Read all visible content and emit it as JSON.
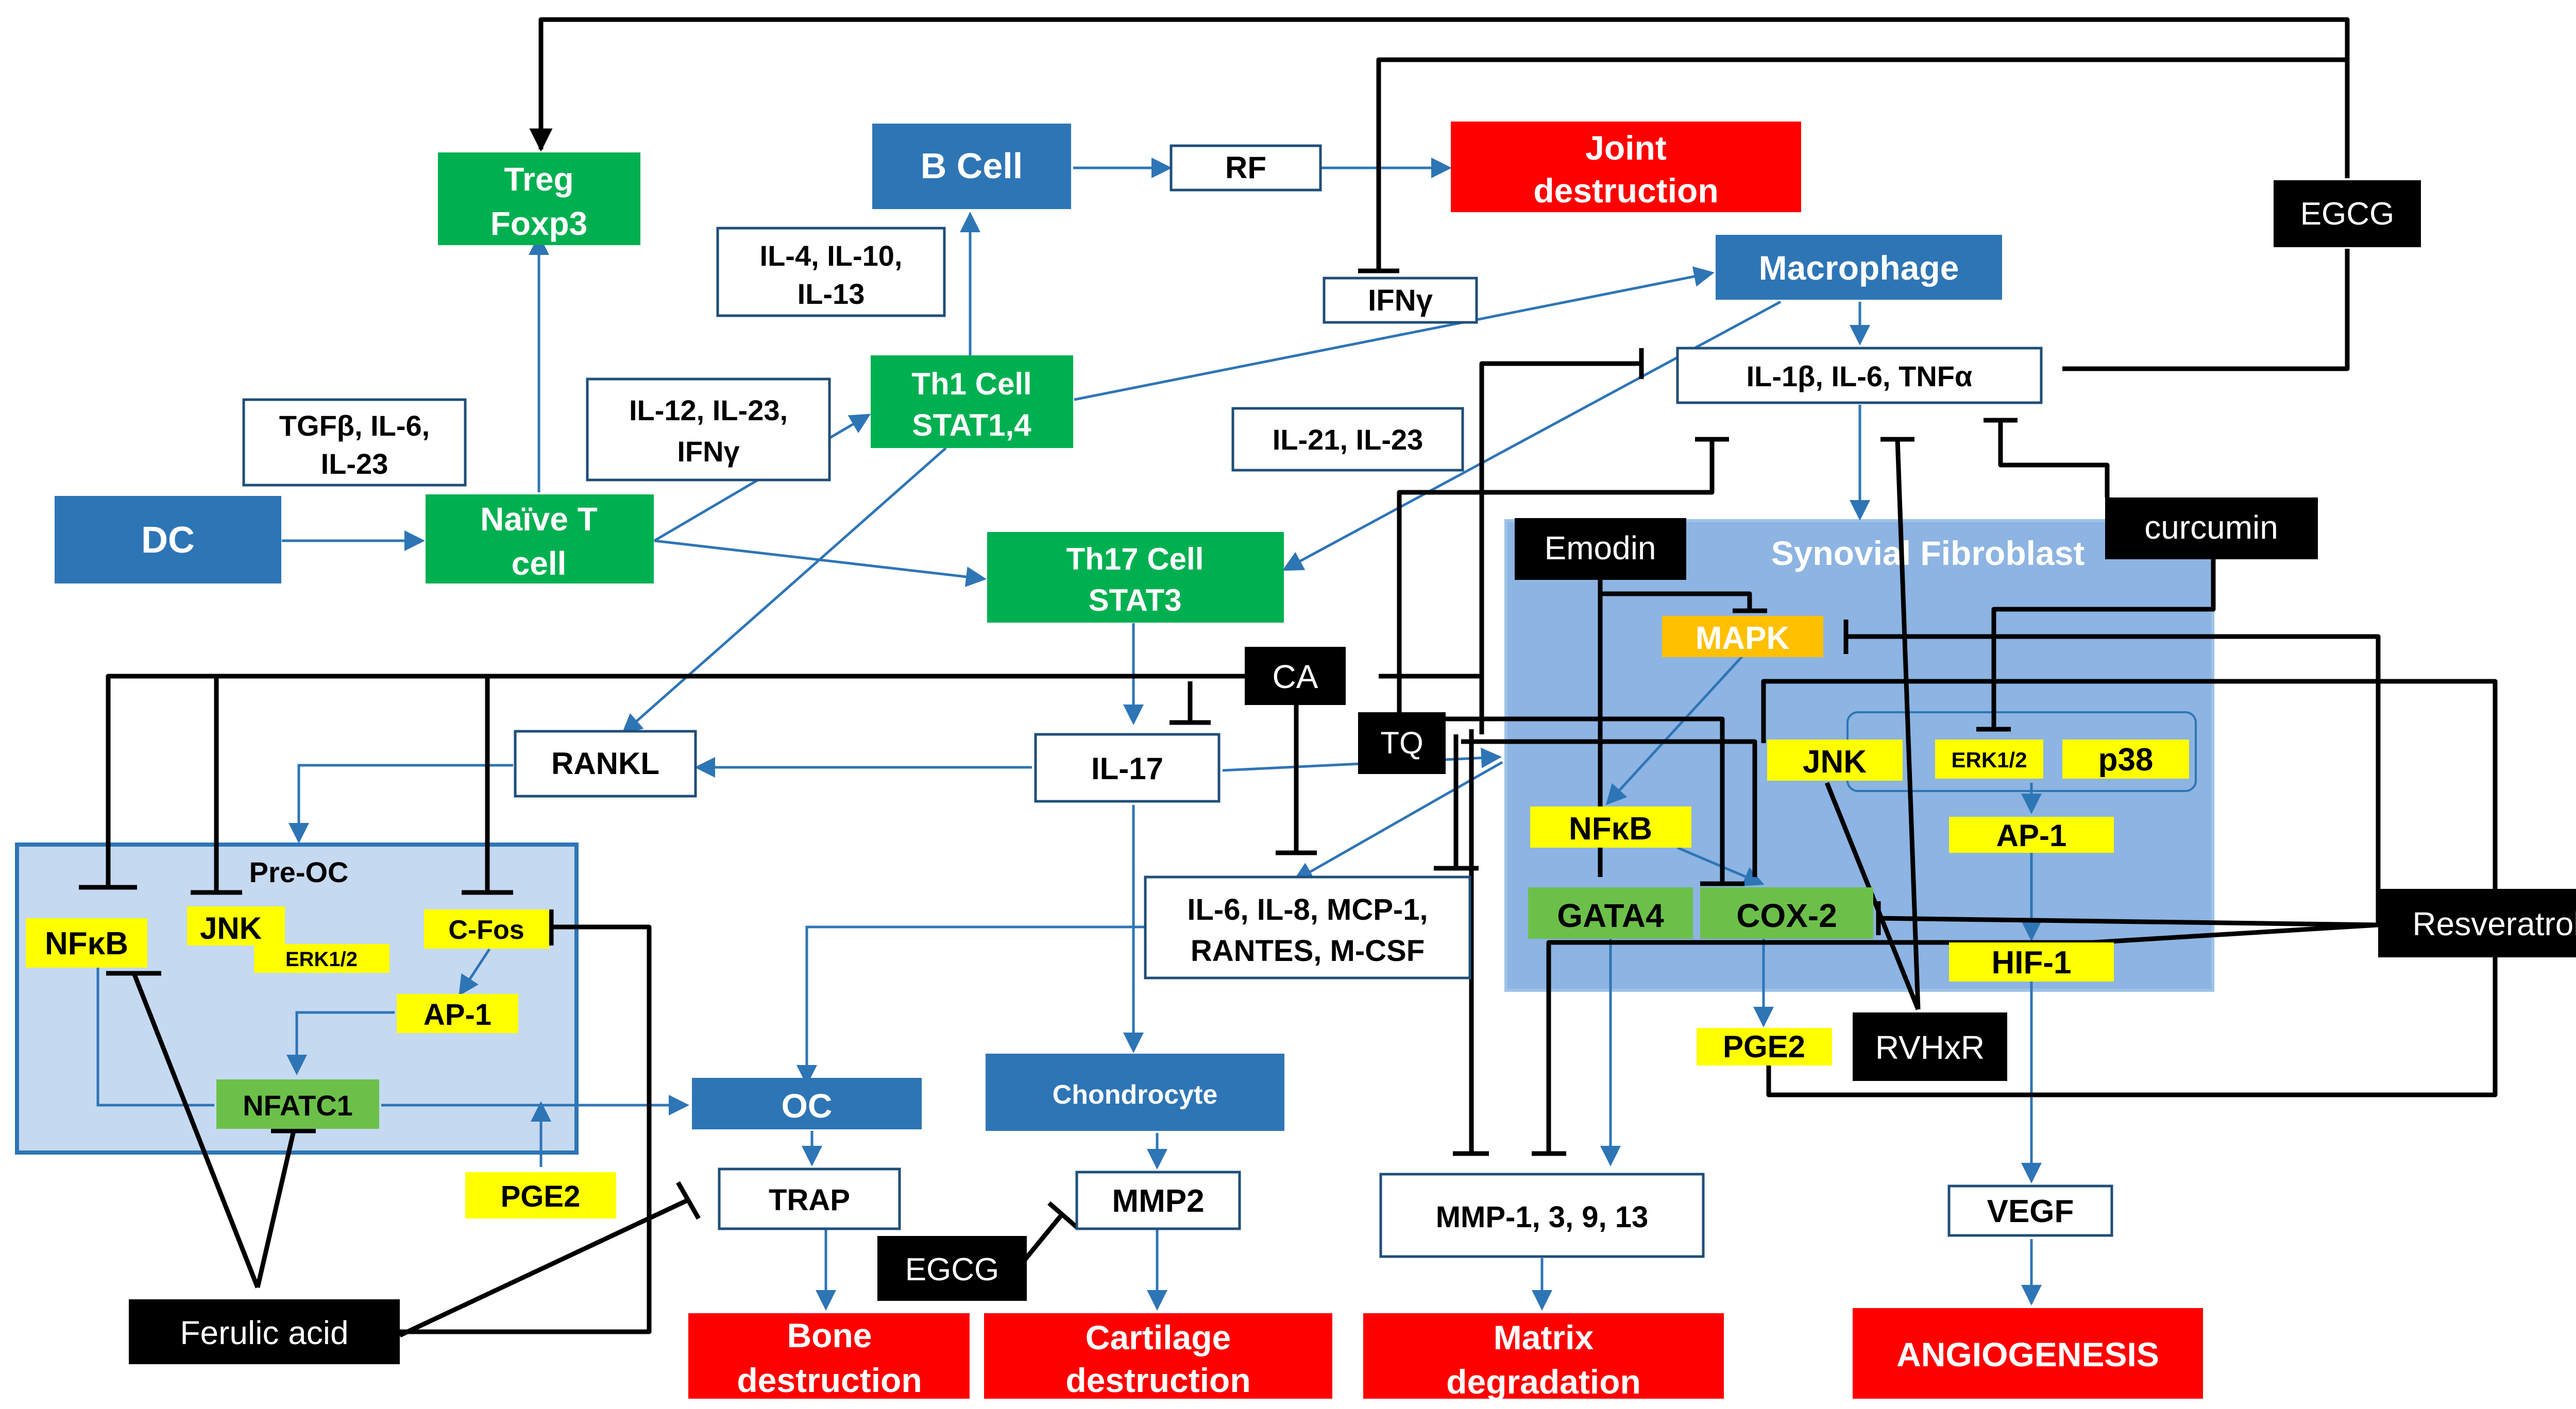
{
  "colors": {
    "blue": "#2e75b6",
    "green": "#00b050",
    "red": "#ff0000",
    "yellow": "#ffff00",
    "orange": "#ffc000",
    "black": "#000000",
    "white": "#ffffff",
    "arrow": "#2e75b6",
    "region_fill": "#8db4e2",
    "preoc_fill": "#c5d9f1"
  },
  "regions": {
    "synovial_fibroblast": "Synovial Fibroblast",
    "pre_oc": "Pre-OC"
  },
  "cells": {
    "treg": [
      "Treg",
      "Foxp3"
    ],
    "b_cell": "B Cell",
    "rf": "RF",
    "joint_destruction": [
      "Joint",
      "destruction"
    ],
    "macrophage": "Macrophage",
    "ifng": "IFNγ",
    "egcg_top": "EGCG",
    "il4_il10_il13": [
      "IL-4, IL-10,",
      "IL-13"
    ],
    "th1": [
      "Th1 Cell",
      "STAT1,4"
    ],
    "il1_il6_tnf": "IL-1β, IL-6, TNFα",
    "tgfb_il6_il23": [
      "TGFβ, IL-6,",
      "IL-23"
    ],
    "il12_il23_ifng": [
      "IL-12, IL-23,",
      "IFNγ"
    ],
    "il21_il23": "IL-21, IL-23",
    "dc": "DC",
    "naive_t": [
      "Naïve T",
      "cell"
    ],
    "th17": [
      "Th17 Cell",
      "STAT3"
    ],
    "emodin": "Emodin",
    "curcumin": "curcumin",
    "mapk": "MAPK",
    "ca": "CA",
    "tq": "TQ",
    "rankl": "RANKL",
    "il17": "IL-17",
    "jnk_sf": "JNK",
    "erk_sf": "ERK1/2",
    "p38": "p38",
    "nfkb_sf": "NFκB",
    "ap1_sf": "AP-1",
    "il6_il8_cytokines": [
      "IL-6, IL-8, MCP-1,",
      "RANTES, M-CSF"
    ],
    "gata4": "GATA4",
    "cox2": "COX-2",
    "hif1": "HIF-1",
    "resveratrol": "Resveratrol",
    "nfkb_oc": "NFκB",
    "jnk_oc": "JNK",
    "erk_oc": "ERK1/2",
    "cfos": "C-Fos",
    "ap1_oc": "AP-1",
    "nfatc1": "NFATC1",
    "pge2_oc": "PGE2",
    "oc": "OC",
    "chondrocyte": "Chondrocyte",
    "pge2_sf": "PGE2",
    "rvhxr": "RVHxR",
    "trap": "TRAP",
    "mmp2": "MMP2",
    "egcg_bottom": "EGCG",
    "mmps": "MMP-1, 3, 9, 13",
    "vegf": "VEGF",
    "ferulic": "Ferulic acid",
    "bone_destruction": [
      "Bone",
      "destruction"
    ],
    "cartilage_destruction": [
      "Cartilage",
      "destruction"
    ],
    "matrix_degradation": [
      "Matrix",
      "degradation"
    ],
    "angiogenesis": "ANGIOGENESIS"
  }
}
